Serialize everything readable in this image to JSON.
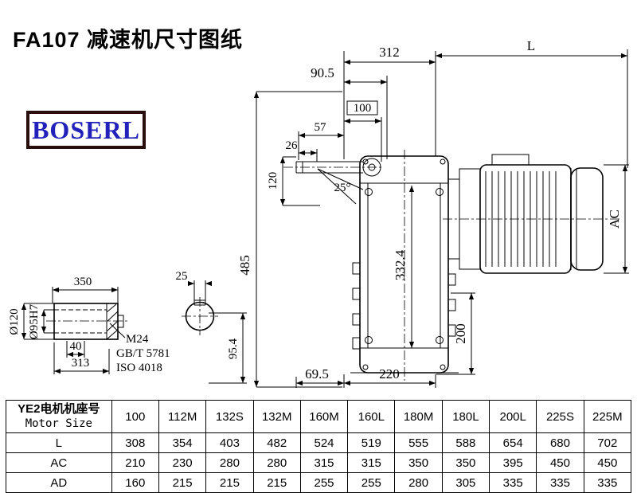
{
  "page": {
    "title": "FA107 减速机尺寸图纸"
  },
  "logo": {
    "text": "BOSERL"
  },
  "drawing": {
    "dims": {
      "d312": "312",
      "dL": "L",
      "d90_5": "90.5",
      "d100": "100",
      "d57": "57",
      "d26": "26",
      "d120": "120",
      "a25": "25°",
      "d485": "485",
      "d332_4": "332.4",
      "dAC": "AC",
      "d200": "200",
      "d69_5": "69.5",
      "d220": "220",
      "d95_4": "95.4",
      "d350": "350",
      "d25": "25",
      "d40": "40",
      "d313": "313",
      "dia120": "Ø120",
      "dia95": "Ø95H7",
      "m24": "M24",
      "gbt": "GB/T 5781",
      "iso": "ISO 4018"
    }
  },
  "table": {
    "header_cn": "YE2电机机座号",
    "header_en": "Motor Size",
    "columns": [
      "100",
      "112M",
      "132S",
      "132M",
      "160M",
      "160L",
      "180M",
      "180L",
      "200L",
      "225S",
      "225M"
    ],
    "rows": [
      {
        "label": "L",
        "values": [
          "308",
          "354",
          "403",
          "482",
          "524",
          "519",
          "555",
          "588",
          "654",
          "680",
          "702"
        ]
      },
      {
        "label": "AC",
        "values": [
          "210",
          "230",
          "280",
          "280",
          "315",
          "315",
          "350",
          "350",
          "395",
          "450",
          "450"
        ]
      },
      {
        "label": "AD",
        "values": [
          "160",
          "215",
          "215",
          "215",
          "255",
          "255",
          "280",
          "305",
          "335",
          "335",
          "335"
        ]
      }
    ]
  }
}
